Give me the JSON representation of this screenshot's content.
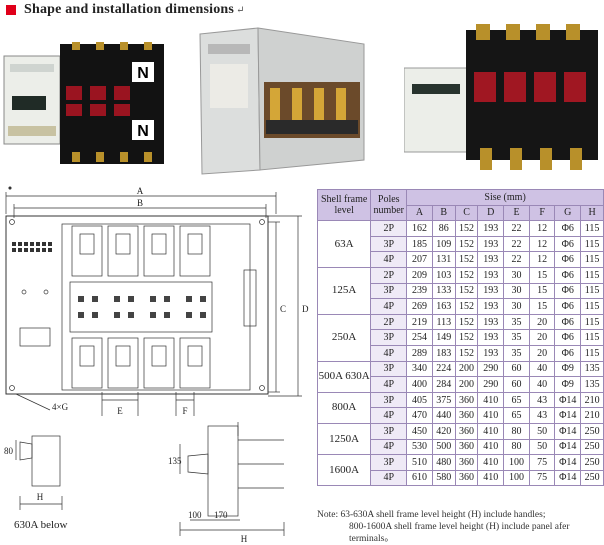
{
  "header": {
    "title": "Shape and installation dimensions",
    "mark": "↵"
  },
  "photos": {
    "p1": {
      "labels": [
        "N",
        "N"
      ]
    },
    "p2": {},
    "p3": {}
  },
  "drawing": {
    "dims": {
      "A": "A",
      "B": "B",
      "C": "C",
      "D": "D",
      "E": "E",
      "F": "F",
      "G": "4×G",
      "H1": "H",
      "H2": "H",
      "d80": "80",
      "d135": "135",
      "d100": "100",
      "d170": "170"
    },
    "caption_630": "630A below"
  },
  "table": {
    "head_frame": "Shell frame level",
    "head_poles": "Poles number",
    "head_size": "Sise (mm)",
    "cols": [
      "A",
      "B",
      "C",
      "D",
      "E",
      "F",
      "G",
      "H"
    ],
    "groups": [
      {
        "frame": "63A",
        "rows": [
          {
            "pole": "2P",
            "v": [
              "162",
              "86",
              "152",
              "193",
              "22",
              "12",
              "Φ6",
              "115"
            ]
          },
          {
            "pole": "3P",
            "v": [
              "185",
              "109",
              "152",
              "193",
              "22",
              "12",
              "Φ6",
              "115"
            ]
          },
          {
            "pole": "4P",
            "v": [
              "207",
              "131",
              "152",
              "193",
              "22",
              "12",
              "Φ6",
              "115"
            ]
          }
        ]
      },
      {
        "frame": "125A",
        "rows": [
          {
            "pole": "2P",
            "v": [
              "209",
              "103",
              "152",
              "193",
              "30",
              "15",
              "Φ6",
              "115"
            ]
          },
          {
            "pole": "3P",
            "v": [
              "239",
              "133",
              "152",
              "193",
              "30",
              "15",
              "Φ6",
              "115"
            ]
          },
          {
            "pole": "4P",
            "v": [
              "269",
              "163",
              "152",
              "193",
              "30",
              "15",
              "Φ6",
              "115"
            ]
          }
        ]
      },
      {
        "frame": "250A",
        "rows": [
          {
            "pole": "2P",
            "v": [
              "219",
              "113",
              "152",
              "193",
              "35",
              "20",
              "Φ6",
              "115"
            ]
          },
          {
            "pole": "3P",
            "v": [
              "254",
              "149",
              "152",
              "193",
              "35",
              "20",
              "Φ6",
              "115"
            ]
          },
          {
            "pole": "4P",
            "v": [
              "289",
              "183",
              "152",
              "193",
              "35",
              "20",
              "Φ6",
              "115"
            ]
          }
        ]
      },
      {
        "frame": "500A 630A",
        "rows": [
          {
            "pole": "3P",
            "v": [
              "340",
              "224",
              "200",
              "290",
              "60",
              "40",
              "Φ9",
              "135"
            ]
          },
          {
            "pole": "4P",
            "v": [
              "400",
              "284",
              "200",
              "290",
              "60",
              "40",
              "Φ9",
              "135"
            ]
          }
        ]
      },
      {
        "frame": "800A",
        "rows": [
          {
            "pole": "3P",
            "v": [
              "405",
              "375",
              "360",
              "410",
              "65",
              "43",
              "Φ14",
              "210"
            ]
          },
          {
            "pole": "4P",
            "v": [
              "470",
              "440",
              "360",
              "410",
              "65",
              "43",
              "Φ14",
              "210"
            ]
          }
        ]
      },
      {
        "frame": "1250A",
        "rows": [
          {
            "pole": "3P",
            "v": [
              "450",
              "420",
              "360",
              "410",
              "80",
              "50",
              "Φ14",
              "250"
            ]
          },
          {
            "pole": "4P",
            "v": [
              "530",
              "500",
              "360",
              "410",
              "80",
              "50",
              "Φ14",
              "250"
            ]
          }
        ]
      },
      {
        "frame": "1600A",
        "rows": [
          {
            "pole": "3P",
            "v": [
              "510",
              "480",
              "360",
              "410",
              "100",
              "75",
              "Φ14",
              "250"
            ]
          },
          {
            "pole": "4P",
            "v": [
              "610",
              "580",
              "360",
              "410",
              "100",
              "75",
              "Φ14",
              "250"
            ]
          }
        ]
      }
    ]
  },
  "note": {
    "line1": "Note: 63-630A shell frame level height (H) include handles;",
    "line2": "800-1600A shell frame level height (H) include panel afer terminals。"
  }
}
